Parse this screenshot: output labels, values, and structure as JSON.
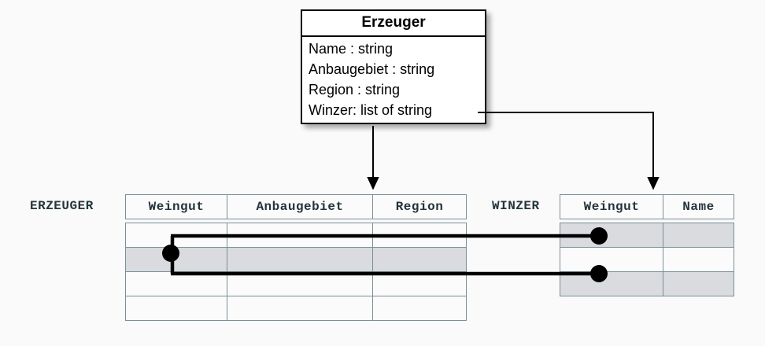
{
  "diagram": {
    "title": "Erzeuger UML class mapped to relational tables",
    "background_color": "#fafafa",
    "line_color": "#000000",
    "highlight_row_color": "#d9dbdf",
    "table_border_color": "#7b8f96",
    "header_text_color": "#24353b"
  },
  "uml_class": {
    "name": "Erzeuger",
    "attributes": [
      "Name : string",
      "Anbaugebiet : string",
      "Region : string",
      "Winzer: list of string"
    ]
  },
  "tables": [
    {
      "name": "ERZEUGER",
      "columns": [
        "Weingut",
        "Anbaugebiet",
        "Region"
      ],
      "row_count": 4,
      "highlighted_rows": [
        2
      ],
      "rows": [
        [
          "",
          "",
          ""
        ],
        [
          "",
          "",
          ""
        ],
        [
          "",
          "",
          ""
        ],
        [
          "",
          "",
          ""
        ]
      ]
    },
    {
      "name": "WINZER",
      "columns": [
        "Weingut",
        "Name"
      ],
      "row_count": 3,
      "highlighted_rows": [
        1,
        3
      ],
      "rows": [
        [
          "",
          ""
        ],
        [
          "",
          ""
        ],
        [
          "",
          ""
        ]
      ]
    }
  ],
  "connectors": [
    {
      "name": "erzeuger-mapping-arrow",
      "from": "uml-class-bottom",
      "to": "erzeuger-table-header",
      "style": "arrow-down"
    },
    {
      "name": "winzer-mapping-arrow",
      "from": "uml-attribute-winzer",
      "to": "winzer-table-header",
      "style": "elbow-arrow-down"
    },
    {
      "name": "foreign-key-link-upper",
      "from": "erzeuger-row-2",
      "to": "winzer-row-1",
      "style": "bracket-link"
    },
    {
      "name": "foreign-key-link-lower",
      "from": "erzeuger-row-2",
      "to": "winzer-row-3",
      "style": "bracket-link"
    }
  ]
}
